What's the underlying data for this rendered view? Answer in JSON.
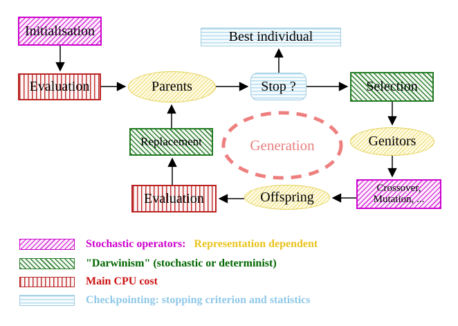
{
  "diagram": {
    "nodes": {
      "initialisation": {
        "label": "Initialisation"
      },
      "evaluation_top": {
        "label": "Evaluation"
      },
      "parents": {
        "label": "Parents"
      },
      "best_individual": {
        "label": "Best individual"
      },
      "stop": {
        "label": "Stop ?"
      },
      "selection": {
        "label": "Selection"
      },
      "genitors": {
        "label": "Genitors"
      },
      "crossover": {
        "line1": "Crossover,",
        "line2": "Mutation, ..."
      },
      "offspring": {
        "label": "Offspring"
      },
      "evaluation_bottom": {
        "label": "Evaluation"
      },
      "replacement": {
        "label": "Replacement"
      },
      "generation": {
        "label": "Generation"
      }
    },
    "colors": {
      "stochastic_magenta": "#cc00cc",
      "darwinism_green": "#1f7a1f",
      "cpu_red": "#bb2222",
      "checkpoint_cyan": "#9fccdf",
      "population_yellow": "#e3d052",
      "generation_salmon": "#e87f7f",
      "arrow_black": "#000000"
    },
    "legend": [
      {
        "swatch": "magenta-diagonal-hatch",
        "text": "Stochastic operators:",
        "text2": "Representation dependent"
      },
      {
        "swatch": "green-diagonal-hatch",
        "text": "\"Darwinism\" (stochastic or determinist)"
      },
      {
        "swatch": "red-vertical-stripes",
        "text": "Main CPU cost"
      },
      {
        "swatch": "cyan-horizontal-stripes",
        "text": "Checkpointing: stopping criterion and statistics"
      }
    ]
  }
}
